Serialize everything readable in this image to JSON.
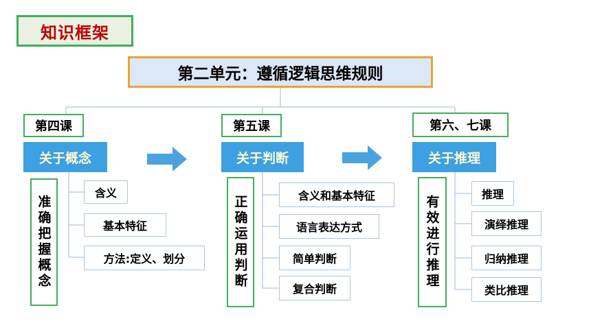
{
  "tag": "知识框架",
  "unit_title": "第二单元：遵循逻辑思维规则",
  "columns": [
    {
      "lesson": "第四课",
      "topic": "关于概念",
      "vertical": "准确把握概念",
      "items": [
        "含义",
        "基本特征",
        "方法:定义、划分"
      ]
    },
    {
      "lesson": "第五课",
      "topic": "关于判断",
      "vertical": "正确运用判断",
      "items": [
        "含义和基本特征",
        "语言表达方式",
        "简单判断",
        "复合判断"
      ]
    },
    {
      "lesson": "第六、七课",
      "topic": "关于推理",
      "vertical": "有效进行推理",
      "items": [
        "推理",
        "演绎推理",
        "归纳推理",
        "类比推理"
      ]
    }
  ],
  "colors": {
    "arrow": "#4aa3df",
    "green_border": "#3fae5a",
    "orange_border": "#f0a030",
    "tag_text": "#c00000"
  }
}
